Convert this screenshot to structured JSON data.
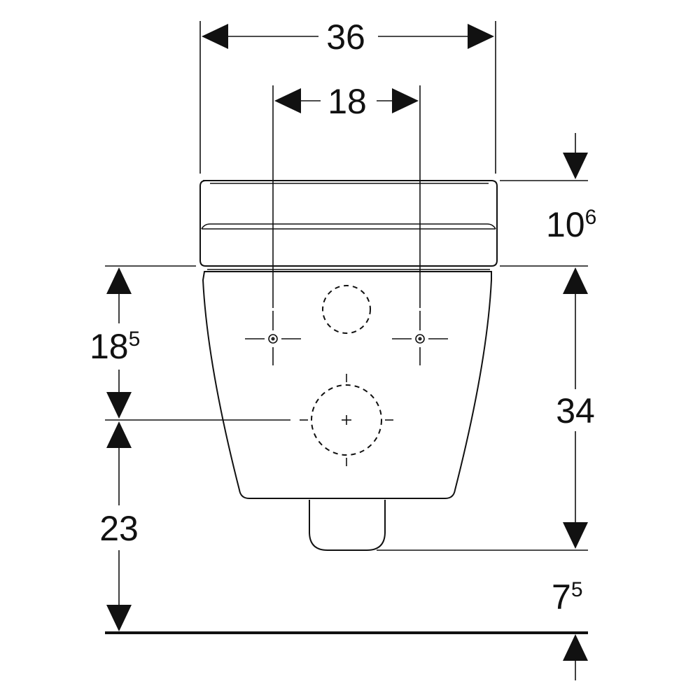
{
  "dimensions": {
    "overall_width": "36",
    "fixing_distance": "18",
    "lid_height": {
      "main": "10",
      "sup": "6"
    },
    "fixing_height": {
      "main": "18",
      "sup": "5"
    },
    "bowl_height": "34",
    "outlet_height": "23",
    "outlet_to_floor": {
      "main": "7",
      "sup": "5"
    }
  }
}
